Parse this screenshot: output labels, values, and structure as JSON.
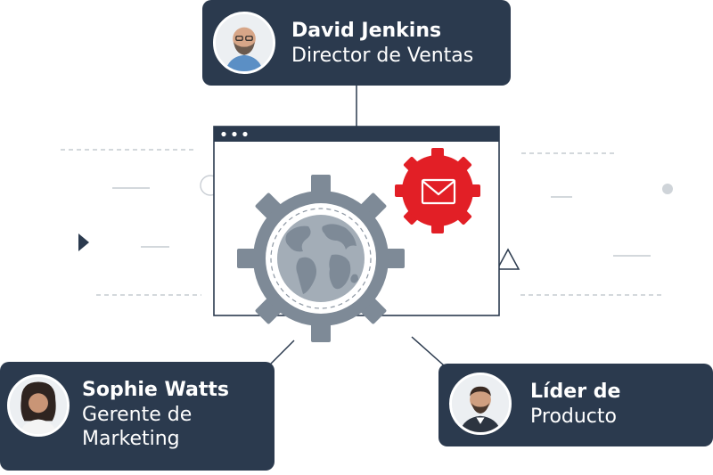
{
  "people": {
    "top": {
      "name": "David Jenkins",
      "role": "Director de Ventas"
    },
    "left": {
      "name": "Sophie Watts",
      "role_line1": "Gerente de",
      "role_line2": "Marketing"
    },
    "right": {
      "role_line1": "Líder de",
      "role_line2": "Producto"
    }
  },
  "icons": [
    "globe-icon",
    "gear-icon",
    "envelope-icon",
    "browser-window-icon"
  ],
  "colors": {
    "card": "#2b3a4e",
    "accent": "#e21f26",
    "gear": "#7e8a97",
    "line": "#2b3a4e"
  }
}
